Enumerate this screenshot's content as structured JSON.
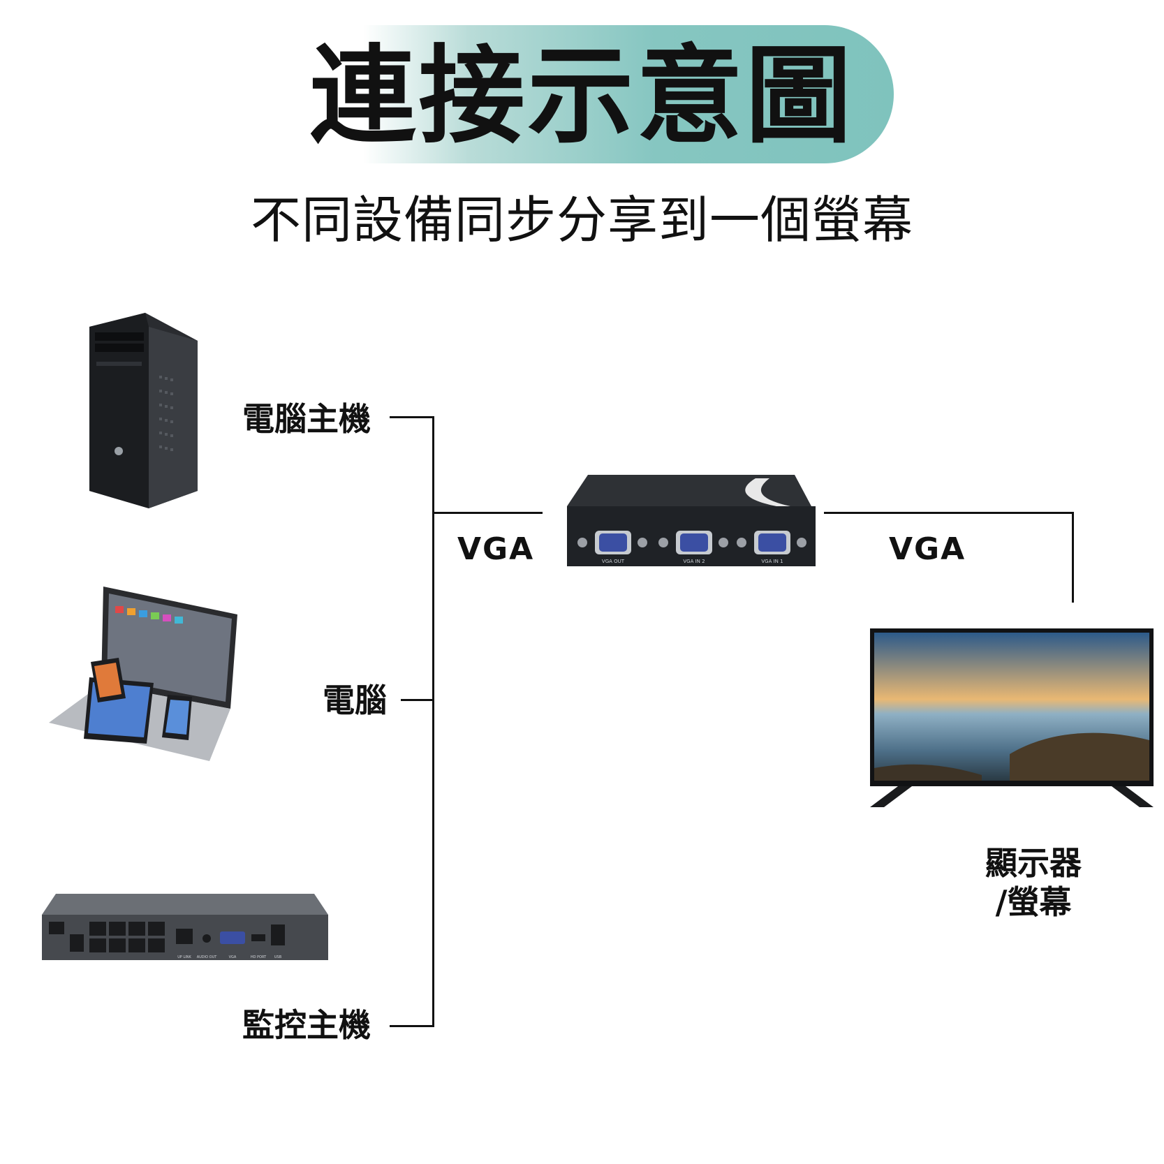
{
  "title": "連接示意圖",
  "subtitle": "不同設備同步分享到一個螢幕",
  "devices": {
    "pc_host": "電腦主機",
    "computer": "電腦",
    "nvr_host": "監控主機",
    "monitor_line1": "顯示器",
    "monitor_line2": "/螢幕"
  },
  "connections": {
    "vga_in": "VGA",
    "vga_out": "VGA"
  },
  "switch_box": {
    "port_labels": [
      "VGA OUT",
      "VGA IN 2",
      "VGA IN 1"
    ]
  },
  "nvr_panel": {
    "port_labels": [
      "UP LINK",
      "AUDIO OUT",
      "VGA",
      "HD PORT",
      "USB"
    ]
  },
  "colors": {
    "title_accent": "#7fc3bd",
    "line": "#111111",
    "switch_body": "#1f2226",
    "vga_port": "#3b4fa3"
  },
  "icons": {
    "pc": "desktop-tower-icon",
    "laptop": "laptop-tablet-phone-icon",
    "nvr": "nvr-recorder-icon",
    "switch": "vga-switch-box-icon",
    "tv": "tv-monitor-icon"
  }
}
